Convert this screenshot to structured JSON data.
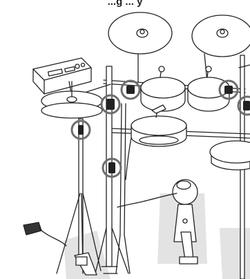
{
  "caption": "...g ... y",
  "module_label": "",
  "colors": {
    "line": "#222222",
    "floor_shade": "#e3e3e3",
    "highlight_ring": "#6d6d6d",
    "pad_fill": "#ffffff",
    "pedal_box": "#333333"
  },
  "callouts": [
    {
      "name": "hihat-stand-clamp-callout"
    },
    {
      "name": "left-upright-clamp-callout"
    },
    {
      "name": "left-lower-clamp-callout"
    },
    {
      "name": "tom1-mount-callout"
    },
    {
      "name": "tom2-mount-callout"
    },
    {
      "name": "right-upright-clamp-callout"
    }
  ]
}
